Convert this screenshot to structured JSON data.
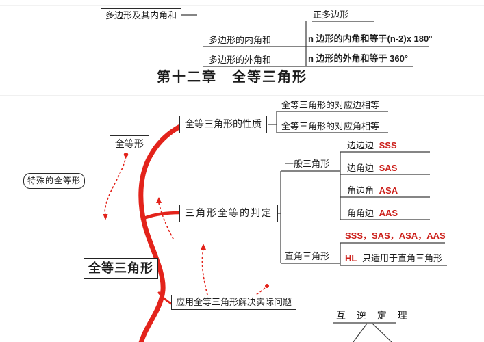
{
  "colors": {
    "accent_red": "#d3221b",
    "ink": "#1d1d1d"
  },
  "top_tree": {
    "root": "多边形及其内角和",
    "regular_polygon": "正多边形",
    "interior_label": "多边形的内角和",
    "interior_formula": "n 边形的内角和等于(n-2)x 180°",
    "exterior_label": "多边形的外角和",
    "exterior_formula": "n 边形的外角和等于 360°"
  },
  "chapter_title": "第十二章　全等三角形",
  "map": {
    "main_node": "全等三角形",
    "congruent_shape": "全等形",
    "special_callout": "特殊的全等形",
    "properties": {
      "label": "全等三角形的性质",
      "side": "全等三角形的对应边相等",
      "angle": "全等三角形的对应角相等"
    },
    "judgment": {
      "label": "三角形全等的判定",
      "general": {
        "label": "一般三角形",
        "items": [
          {
            "cn": "边边边",
            "en": "SSS"
          },
          {
            "cn": "边角边",
            "en": "SAS"
          },
          {
            "cn": "角边角",
            "en": "ASA"
          },
          {
            "cn": "角角边",
            "en": "AAS"
          }
        ]
      },
      "right_triangle": {
        "label": "直角三角形",
        "combo": "SSS，SAS，ASA，AAS",
        "hl_prefix": "HL",
        "hl_rest": "只适用于直角三角形"
      }
    },
    "application": "应用全等三角形解决实际问题",
    "converse": "互 逆 定 理"
  }
}
